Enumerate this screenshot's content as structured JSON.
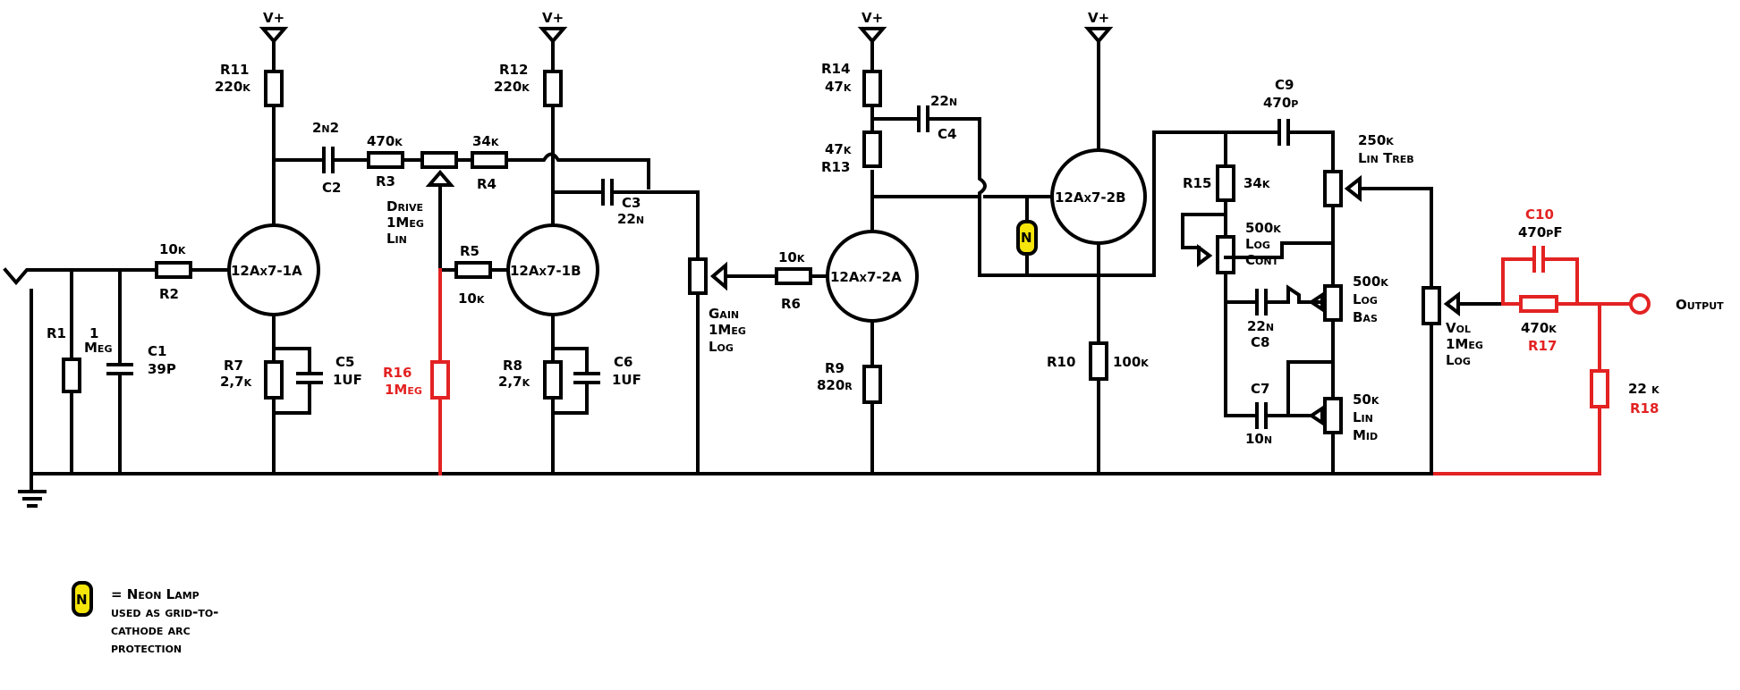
{
  "supply": {
    "vplus": "V+"
  },
  "components": {
    "r1": {
      "ref": "R1",
      "value_line1": "1",
      "value_line2": "Meg"
    },
    "c1": {
      "ref": "C1",
      "value": "39P"
    },
    "r2": {
      "ref": "R2",
      "value": "10k"
    },
    "r11": {
      "ref": "R11",
      "value": "220k"
    },
    "v1a": {
      "ref": "12Ax7-1A"
    },
    "r7": {
      "ref": "R7",
      "value": "2,7k"
    },
    "c5": {
      "ref": "C5",
      "value": "1UF"
    },
    "c2": {
      "ref": "C2",
      "value": "2n2"
    },
    "r3": {
      "ref": "R3",
      "value": "470k"
    },
    "drive": {
      "line1": "Drive",
      "line2": "1Meg",
      "line3": "Lin"
    },
    "r4": {
      "ref": "R4",
      "value": "34k"
    },
    "r5": {
      "ref": "R5",
      "value": "10k"
    },
    "r16": {
      "ref": "R16",
      "value": "1Meg"
    },
    "r12": {
      "ref": "R12",
      "value": "220k"
    },
    "v1b": {
      "ref": "12Ax7-1B"
    },
    "r8": {
      "ref": "R8",
      "value": "2,7k"
    },
    "c6": {
      "ref": "C6",
      "value": "1UF"
    },
    "c3": {
      "ref": "C3",
      "value": "22n"
    },
    "gain": {
      "line1": "Gain",
      "line2": "1Meg",
      "line3": "Log"
    },
    "r6": {
      "ref": "R6",
      "value": "10k"
    },
    "r14": {
      "ref": "R14",
      "value": "47k"
    },
    "r13": {
      "ref": "R13",
      "value": "47k"
    },
    "c4": {
      "ref": "C4",
      "value": "22n"
    },
    "v2a": {
      "ref": "12Ax7-2A"
    },
    "r9": {
      "ref": "R9",
      "value": "820r"
    },
    "v2b": {
      "ref": "12Ax7-2B"
    },
    "r10": {
      "ref": "R10",
      "value": "100k"
    },
    "c9": {
      "ref": "C9",
      "value": "470p"
    },
    "treble": {
      "line1": "250k",
      "line2": "Lin Treb"
    },
    "r15": {
      "ref": "R15",
      "value": "34k"
    },
    "cont": {
      "line1": "500k",
      "line2": "Log",
      "line3": "Cont"
    },
    "bass": {
      "line1": "500k",
      "line2": "Log",
      "line3": "Bas"
    },
    "c8": {
      "ref": "C8",
      "value": "22n"
    },
    "mid": {
      "line1": "50k",
      "line2": "Lin",
      "line3": "Mid"
    },
    "c7": {
      "ref": "C7",
      "value": "10n"
    },
    "vol": {
      "line1": "Vol",
      "line2": "1Meg",
      "line3": "Log"
    },
    "c10": {
      "ref": "C10",
      "value": "470pF"
    },
    "r17": {
      "ref": "R17",
      "value": "470k"
    },
    "r18": {
      "ref": "R18",
      "value": "22 k"
    },
    "output": {
      "label": "Output"
    }
  },
  "neon_symbol": "N",
  "legend": {
    "symbol": "N",
    "line1": "= Neon Lamp",
    "line2": "used as grid-to-",
    "line3": "cathode arc",
    "line4": "protection"
  },
  "colors": {
    "wire": "#000000",
    "modification": "#e32222",
    "neon_lamp": "#f5e50a"
  }
}
